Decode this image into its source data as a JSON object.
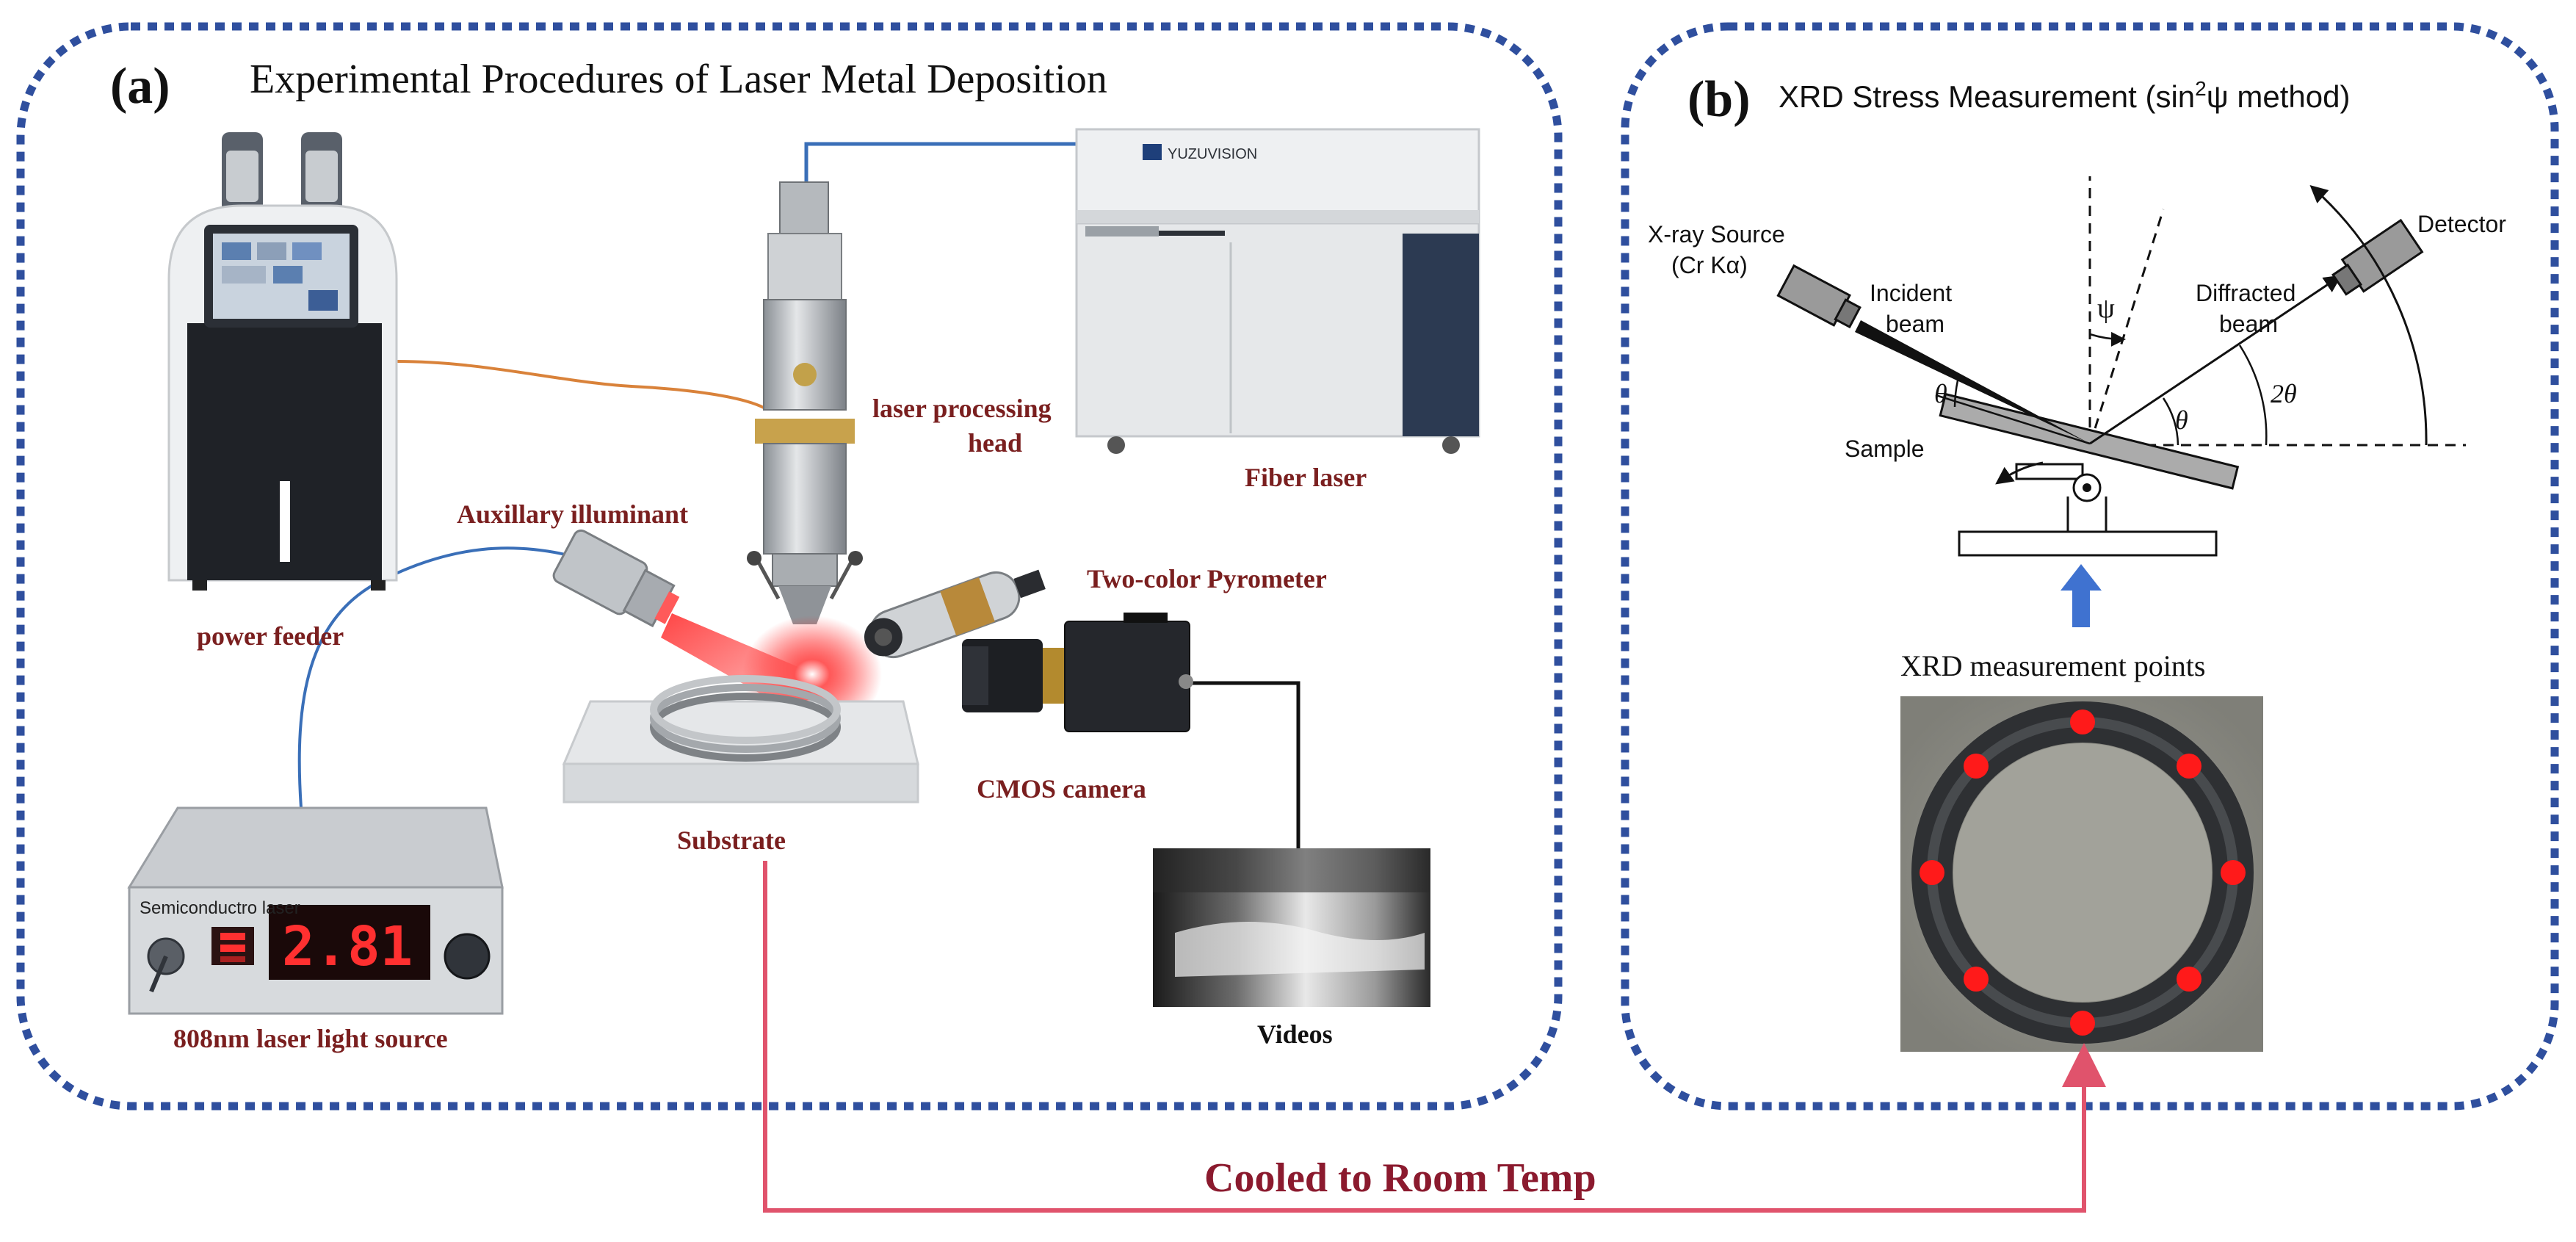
{
  "colors": {
    "border_dash": "#2f4f9e",
    "label_dark_red": "#7a1f1f",
    "arrow_red": "#e0536c",
    "cable_blue": "#3a6fb8",
    "cable_orange": "#d9823a",
    "laser_red": "#ff2a2a",
    "indicator_blue": "#3f72d0",
    "measurement_dot": "#ff1a1a"
  },
  "panel_a": {
    "tag": "(a)",
    "title": "Experimental Procedures of Laser Metal Deposition",
    "labels": {
      "power_feeder": "power feeder",
      "laser_processing_head_line1": "laser processing",
      "laser_processing_head_line2": "head",
      "fiber_laser": "Fiber laser",
      "auxiliary_illuminant": "Auxillary illuminant",
      "two_color_pyrometer": "Two-color Pyrometer",
      "cmos_camera": "CMOS camera",
      "substrate": "Substrate",
      "light_source": "808nm laser light source",
      "videos": "Videos"
    },
    "device_text": {
      "fiber_laser_brand": "YUZUVISION",
      "semiconductor_label": "Semiconductro laser",
      "display_value": "2.81"
    }
  },
  "panel_b": {
    "tag": "(b)",
    "title_main": "XRD Stress Measurement (sin",
    "title_sup": "2",
    "title_end": "ψ method)",
    "schematic": {
      "xray_source_line1": "X-ray Source",
      "xray_source_line2": "(Cr Kα)",
      "incident_line1": "Incident",
      "incident_line2": "beam",
      "diffracted_line1": "Diffracted",
      "diffracted_line2": "beam",
      "detector": "Detector",
      "sample": "Sample",
      "psi": "ψ",
      "theta_left": "θ",
      "theta_right": "θ",
      "two_theta": "2θ"
    },
    "points_title": "XRD measurement points",
    "measurement_point_count": 8
  },
  "connector": {
    "label": "Cooled to Room Temp"
  }
}
